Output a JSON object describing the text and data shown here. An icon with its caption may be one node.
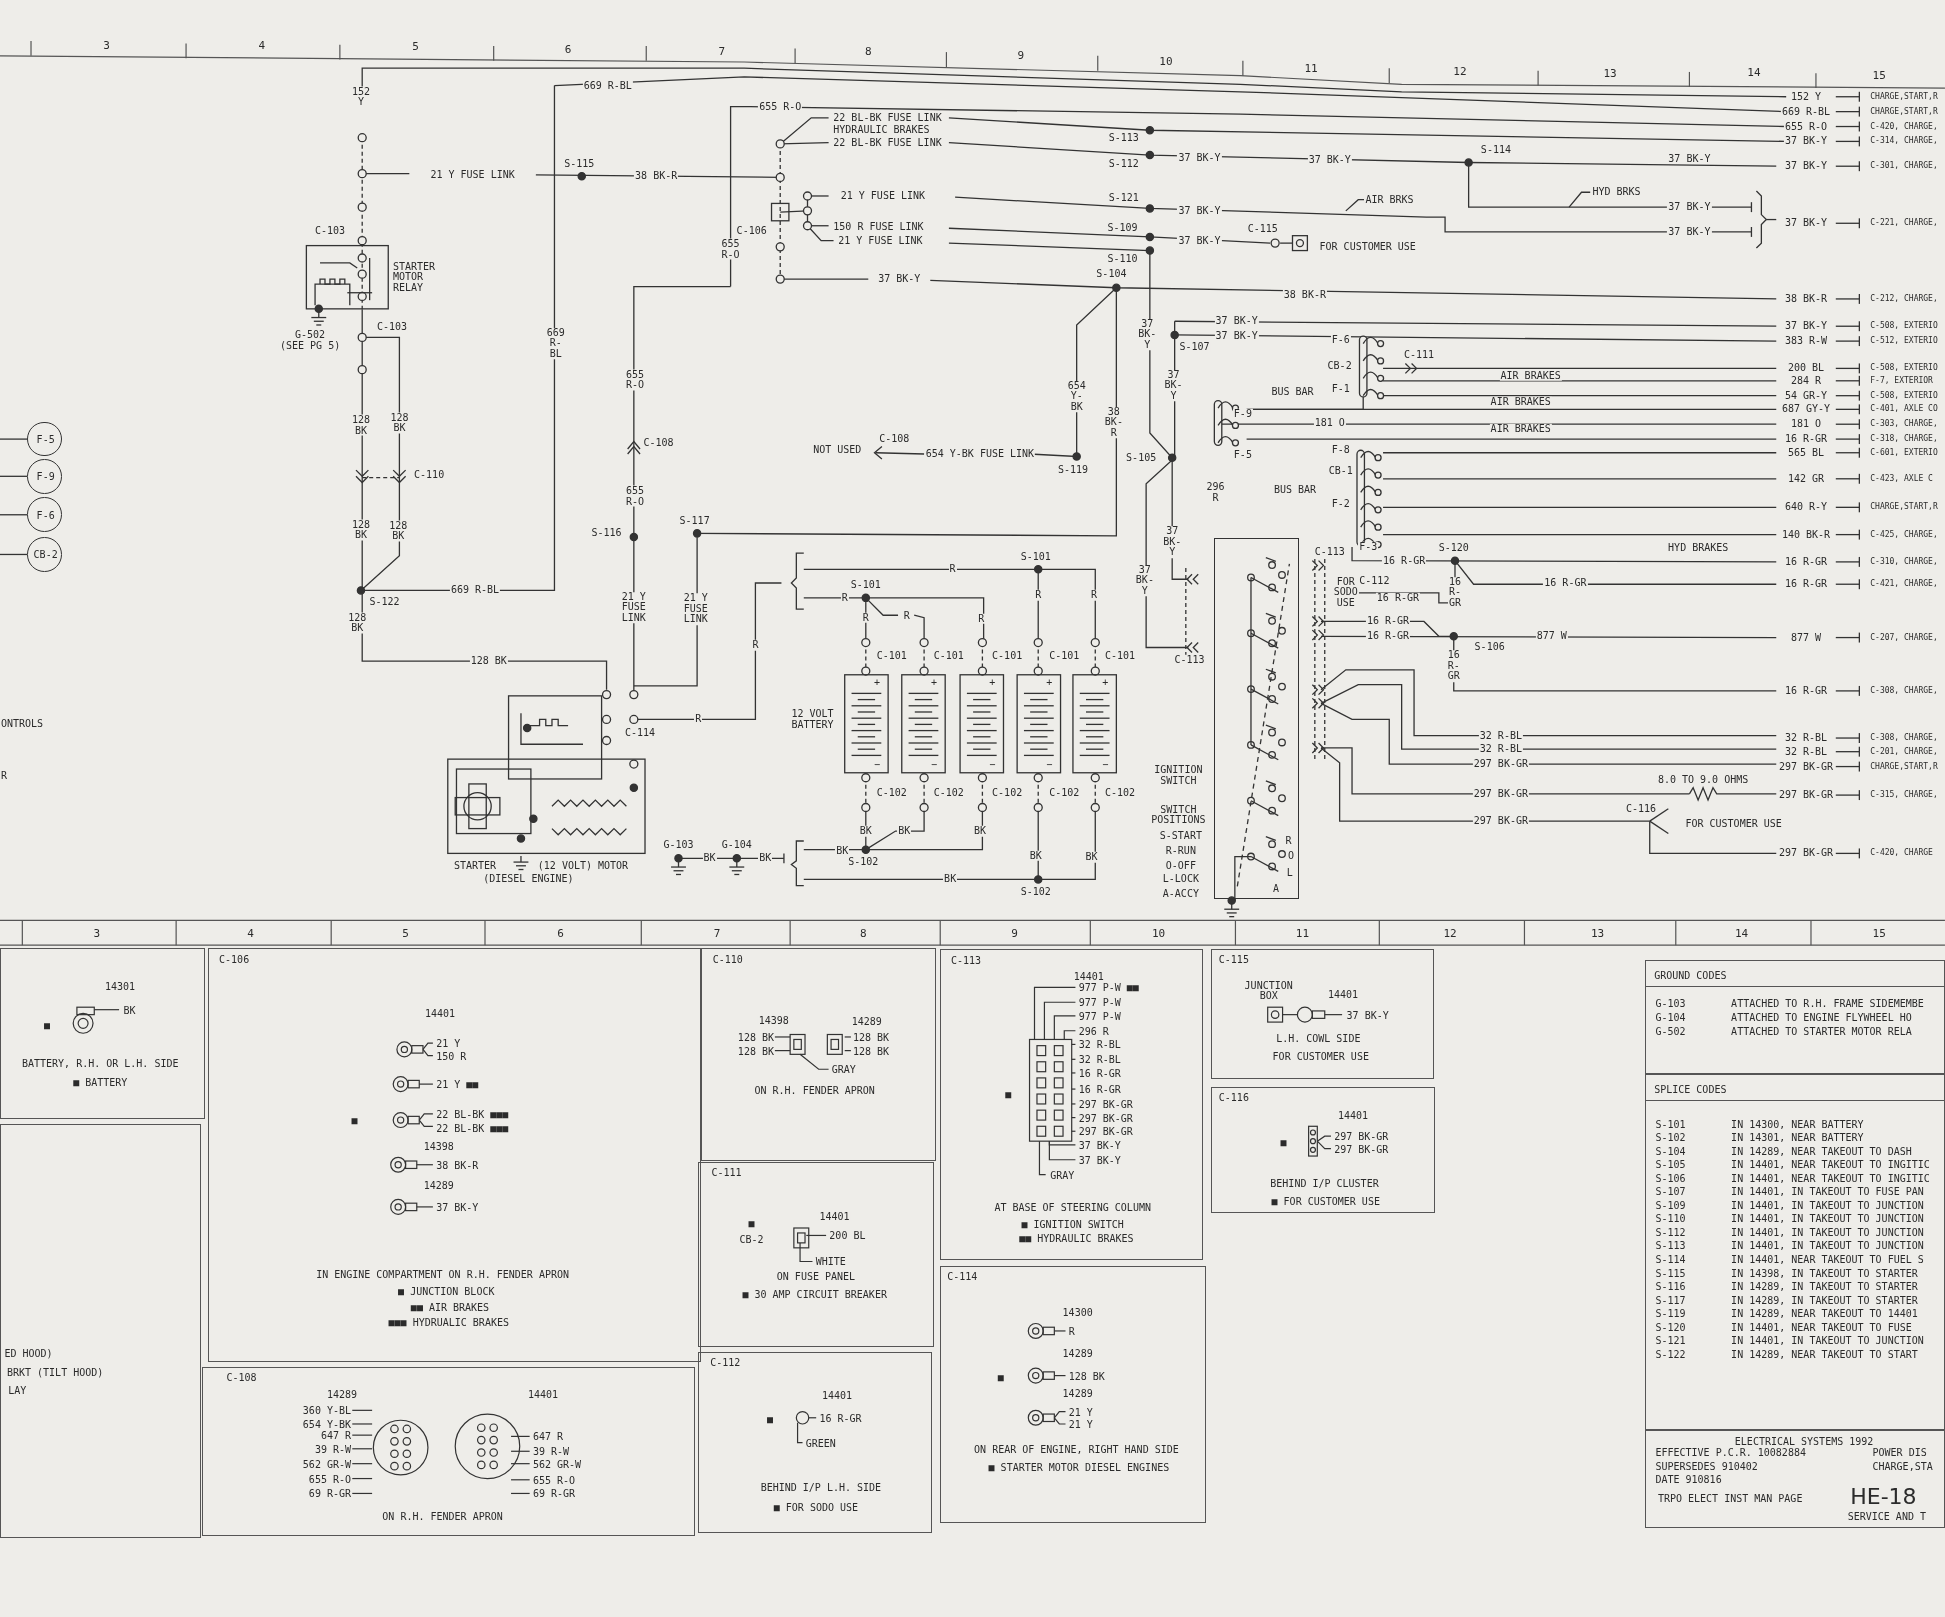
{
  "diagram": {
    "nodes": [
      {
        "text": [
          "R",
          "O",
          "L",
          "A"
        ],
        "beside": [
          "IGNITION SWITCH",
          "SWITCH POSITIONS",
          "S-START",
          "R-RUN",
          "O-OFF",
          "L-LOCK",
          "A-ACCY"
        ]
      },
      {
        "text": [
          "F-5"
        ]
      },
      {
        "text": [
          "F-9"
        ]
      },
      {
        "text": [
          "F-6"
        ]
      },
      {
        "text": [
          "CB-2"
        ]
      },
      {
        "text": [
          "14301",
          "BK",
          "■",
          "BATTERY, R.H. OR L.H. SIDE",
          "■ BATTERY"
        ]
      },
      {
        "text": [
          "ED HOOD)",
          "BRKT (TILT HOOD)",
          "LAY"
        ]
      },
      {
        "text": [
          "C-106",
          "14401",
          "21 Y",
          "150 R",
          "21 Y ■■",
          "■",
          "22 BL-BK ■■■",
          "22 BL-BK ■■■",
          "14398",
          "38 BK-R",
          "14289",
          "37 BK-Y",
          "IN ENGINE COMPARTMENT ON R.H. FENDER APRON",
          "■ JUNCTION BLOCK",
          "■■ AIR BRAKES",
          "■■■ HYDRUALIC BRAKES"
        ]
      },
      {
        "text": [
          "C-108",
          "14289",
          "14401",
          "360 Y-BL",
          "654 Y-BK",
          "647 R",
          "39 R-W",
          "562 GR-W",
          "655 R-O",
          "69 R-GR",
          "647 R",
          "39 R-W",
          "562 GR-W",
          "655 R-O",
          "69 R-GR",
          "ON R.H. FENDER APRON"
        ]
      },
      {
        "text": [
          "C-110",
          "14398",
          "14289",
          "128 BK",
          "128 BK",
          "128 BK",
          "128 BK",
          "GRAY",
          "ON R.H. FENDER APRON"
        ]
      },
      {
        "text": [
          "C-111",
          "■",
          "14401",
          "CB-2",
          "200 BL",
          "WHITE",
          "ON FUSE PANEL",
          "■ 30 AMP CIRCUIT BREAKER"
        ]
      },
      {
        "text": [
          "C-112",
          "14401",
          "■",
          "16 R-GR",
          "GREEN",
          "BEHIND I/P L.H. SIDE",
          "■ FOR SODO USE"
        ]
      },
      {
        "text": [
          "C-113",
          "14401",
          "977 P-W ■■",
          "977 P-W",
          "977 P-W",
          "296 R",
          "32 R-BL",
          "32 R-BL",
          "16 R-GR",
          "16 R-GR",
          "297 BK-GR",
          "297 BK-GR",
          "297 BK-GR",
          "37 BK-Y",
          "37 BK-Y",
          "GRAY",
          "■",
          "AT BASE OF STEERING COLUMN",
          "■ IGNITION SWITCH",
          "■■ HYDRAULIC BRAKES"
        ]
      },
      {
        "text": [
          "C-114",
          "14300",
          "R",
          "14289",
          "■",
          "128 BK",
          "14289",
          "21 Y",
          "21 Y",
          "ON REAR OF ENGINE, RIGHT HAND SIDE",
          "■ STARTER MOTOR DIESEL ENGINES"
        ]
      },
      {
        "text": [
          "C-115",
          "JUNCTION BOX",
          "14401",
          "37 BK-Y",
          "L.H. COWL SIDE",
          "FOR CUSTOMER USE"
        ]
      },
      {
        "text": [
          "C-116",
          "14401",
          "■",
          "297 BK-GR",
          "297 BK-GR",
          "BEHIND I/P CLUSTER",
          "■ FOR CUSTOMER USE"
        ]
      },
      {
        "text": [
          "GROUND CODES",
          "G-103",
          "ATTACHED TO R.H. FRAME SIDEMEMBE",
          "G-104",
          "ATTACHED TO ENGINE FLYWHEEL HO",
          "G-502",
          "ATTACHED TO STARTER MOTOR RELA"
        ]
      },
      {
        "text": [
          "SPLICE CODES",
          "S-101",
          "IN 14300, NEAR BATTERY",
          "S-102",
          "IN 14301, NEAR BATTERY",
          "S-104",
          "IN 14289, NEAR TAKEOUT TO DASH",
          "S-105",
          "IN 14401, NEAR TAKEOUT TO INGITIC",
          "S-106",
          "IN 14401, NEAR TAKEOUT TO INGITIC",
          "S-107",
          "IN 14401, IN TAKEOUT TO FUSE PAN",
          "S-109",
          "IN 14401, IN TAKEOUT TO JUNCTION",
          "S-110",
          "IN 14401, IN TAKEOUT TO JUNCTION",
          "S-112",
          "IN 14401, IN TAKEOUT TO JUNCTION",
          "S-113",
          "IN 14401, IN TAKEOUT TO JUNCTION",
          "S-114",
          "IN 14401, NEAR TAKEOUT TO FUEL S",
          "S-115",
          "IN 14398, IN TAKEOUT TO STARTER",
          "S-116",
          "IN 14289, IN TAKEOUT TO STARTER",
          "S-117",
          "IN 14289, IN TAKEOUT TO STARTER",
          "S-119",
          "IN 14289, NEAR TAKEOUT TO 14401",
          "S-120",
          "IN 14401, NEAR TAKEOUT TO FUSE",
          "S-121",
          "IN 14401, IN TAKEOUT TO JUNCTION",
          "S-122",
          "IN 14289, NEAR TAKEOUT TO START"
        ]
      },
      {
        "text": [
          "ELECTRICAL SYSTEMS 1992",
          "EFFECTIVE P.C.R. 10082884",
          "POWER DIS",
          "SUPERSEDES 910402",
          "CHARGE,STA",
          "DATE 910816",
          "TRPO ELECT INST MAN PAGE",
          "HE-18",
          "SERVICE AND T"
        ]
      }
    ],
    "edges": [
      {
        "from": null,
        "to": 1,
        "arrow": "none"
      },
      {
        "from": null,
        "to": 2,
        "arrow": "none"
      },
      {
        "from": null,
        "to": 3,
        "arrow": "none"
      },
      {
        "from": null,
        "to": 4,
        "arrow": "none"
      }
    ],
    "labels": [
      "3",
      "4",
      "5",
      "6",
      "7",
      "8",
      "9",
      "10",
      "11",
      "12",
      "13",
      "14",
      "15",
      "3",
      "4",
      "5",
      "6",
      "7",
      "8",
      "9",
      "10",
      "11",
      "12",
      "13",
      "14",
      "15",
      "152 Y",
      "669 R-BL",
      "655 R-O",
      "21 Y FUSE LINK",
      "S-115",
      "38 BK-R",
      "C-103",
      "C-103",
      "G-502",
      "(SEE PG 5)",
      "128 BK",
      "128 BK",
      "C-110",
      "128 BK",
      "128 BK",
      "S-122",
      "669 R-BL",
      "128 BK",
      "669 R-BL",
      "655 R-O",
      "C-108",
      "655 R-O",
      "S-116",
      "S-117",
      "21 Y FUSE LINK",
      "21 Y FUSE LINK",
      "128 BK",
      "C-114",
      "R",
      "655 R-O",
      "C-106",
      "ONTROLS",
      "R",
      "22 BL-BK FUSE LINK",
      "HYDRAULIC BRAKES",
      "22 BL-BK FUSE LINK",
      "S-113",
      "S-112",
      "37 BK-Y",
      "37 BK-Y",
      "S-114",
      "37 BK-Y",
      "21 Y FUSE LINK",
      "S-121",
      "37 BK-Y",
      "AIR BRKS",
      "HYD BRKS",
      "37 BK-Y",
      "37 BK-Y",
      "150 R FUSE LINK",
      "21 Y FUSE LINK",
      "S-109",
      "37 BK-Y",
      "C-115",
      "FOR CUSTOMER USE",
      "S-110",
      "37 BK-Y",
      "S-104",
      "38 BK-R",
      "37 BK-Y",
      "37 BK-Y",
      "37 BK-Y",
      "S-107",
      "F-6",
      "CB-2",
      "C-111",
      "F-1",
      "AIR BRAKES",
      "BUS BAR",
      "AIR BRAKES",
      "F-9",
      "181 O",
      "AIR BRAKES",
      "654 Y-BK",
      "38 BK-R",
      "37 BK-Y",
      "C-108",
      "NOT USED",
      "654 Y-BK FUSE LINK",
      "S-119",
      "S-105",
      "F-5",
      "F-8",
      "CB-1",
      "296 R",
      "BUS BAR",
      "F-2",
      "F-3",
      "37 BK-Y",
      "37 BK-Y",
      "C-113",
      "FOR SODO USE",
      "C-112",
      "16 R-GR",
      "16 R-GR",
      "S-120",
      "HYD BRAKES",
      "16 R-GR",
      "16 R-GR",
      "16 R-GR",
      "16 R-GR",
      "S-106",
      "877 W",
      "16 R-GR",
      "C-113",
      "32 R-BL",
      "32 R-BL",
      "297 BK-GR",
      "297 BK-GR",
      "297 BK-GR",
      "8.0 TO 9.0 OHMS",
      "C-116",
      "FOR CUSTOMER USE",
      "12 VOLT BATTERY",
      "S-101",
      "R",
      "R",
      "S-101",
      "R",
      "R",
      "R",
      "R",
      "R",
      "R",
      "C-101",
      "C-101",
      "C-101",
      "C-101",
      "C-101",
      "C-102",
      "C-102",
      "C-102",
      "C-102",
      "C-102",
      "BK",
      "BK",
      "BK",
      "BK",
      "BK",
      "BK",
      "S-102",
      "BK",
      "S-102",
      "G-103",
      "BK",
      "G-104",
      "BK",
      "152 Y",
      "CHARGE,START,R",
      "669 R-BL",
      "CHARGE,START,R",
      "655 R-O",
      "C-420, CHARGE,",
      "37 BK-Y",
      "C-314, CHARGE,",
      "37 BK-Y",
      "C-301, CHARGE,",
      "37 BK-Y",
      "C-221, CHARGE,",
      "38 BK-R",
      "C-212, CHARGE,",
      "37 BK-Y",
      "C-508, EXTERIO",
      "383 R-W",
      "C-512, EXTERIO",
      "200 BL",
      "C-508, EXTERIO",
      "284 R",
      "F-7, EXTERIOR",
      "54 GR-Y",
      "C-508, EXTERIO",
      "687 GY-Y",
      "C-401, AXLE CO",
      "181 O",
      "C-303, CHARGE,",
      "16 R-GR",
      "C-318, CHARGE,",
      "565 BL",
      "C-601, EXTERIO",
      "142 GR",
      "C-423, AXLE C",
      "640 R-Y",
      "CHARGE,START,R",
      "140 BK-R",
      "C-425, CHARGE,",
      "16 R-GR",
      "C-310, CHARGE,",
      "16 R-GR",
      "C-421, CHARGE,",
      "877 W",
      "C-207, CHARGE,",
      "16 R-GR",
      "C-308, CHARGE,",
      "32 R-BL",
      "C-308, CHARGE,",
      "32 R-BL",
      "C-201, CHARGE,",
      "297 BK-GR",
      "CHARGE,START,R",
      "297 BK-GR",
      "C-315, CHARGE,",
      "297 BK-GR",
      "C-420, CHARGE",
      "STARTER MOTOR RELAY",
      "STARTER",
      "(12 VOLT) MOTOR",
      "(DIESEL ENGINE)",
      "+",
      "−",
      "+",
      "−",
      "+",
      "−",
      "+",
      "−",
      "+",
      "−"
    ]
  }
}
